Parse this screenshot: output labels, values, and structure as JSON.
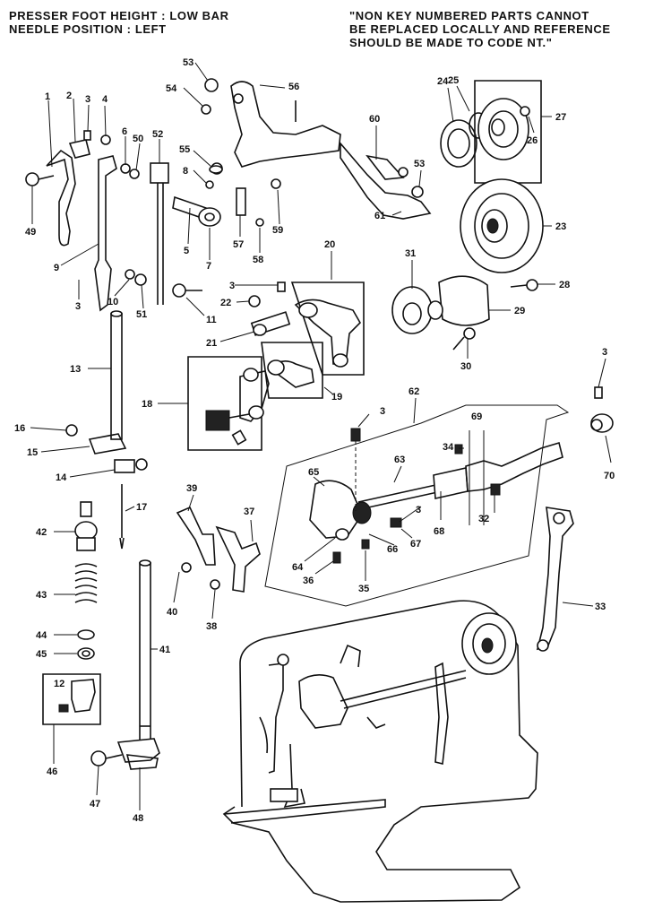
{
  "header": {
    "left_lines": [
      "PRESSER FOOT HEIGHT : LOW BAR",
      "NEEDLE POSITION : LEFT"
    ],
    "right_lines": [
      "\"NON KEY NUMBERED PARTS CANNOT",
      "BE REPLACED LOCALLY AND REFERENCE",
      "SHOULD BE MADE TO CODE NT.\""
    ]
  },
  "part_labels": [
    "1",
    "2",
    "3",
    "4",
    "6",
    "50",
    "52",
    "49",
    "9",
    "3",
    "10",
    "51",
    "53",
    "54",
    "56",
    "55",
    "8",
    "5",
    "7",
    "57",
    "58",
    "59",
    "60",
    "53",
    "61",
    "11",
    "22",
    "3",
    "21",
    "20",
    "19",
    "18",
    "13",
    "16",
    "15",
    "14",
    "17",
    "24",
    "25",
    "27",
    "26",
    "23",
    "31",
    "28",
    "29",
    "30",
    "3",
    "70",
    "62",
    "3",
    "69",
    "34",
    "65",
    "63",
    "32",
    "3",
    "67",
    "66",
    "68",
    "64",
    "36",
    "35",
    "39",
    "37",
    "42",
    "40",
    "38",
    "43",
    "44",
    "45",
    "41",
    "12",
    "46",
    "47",
    "48",
    "33"
  ]
}
